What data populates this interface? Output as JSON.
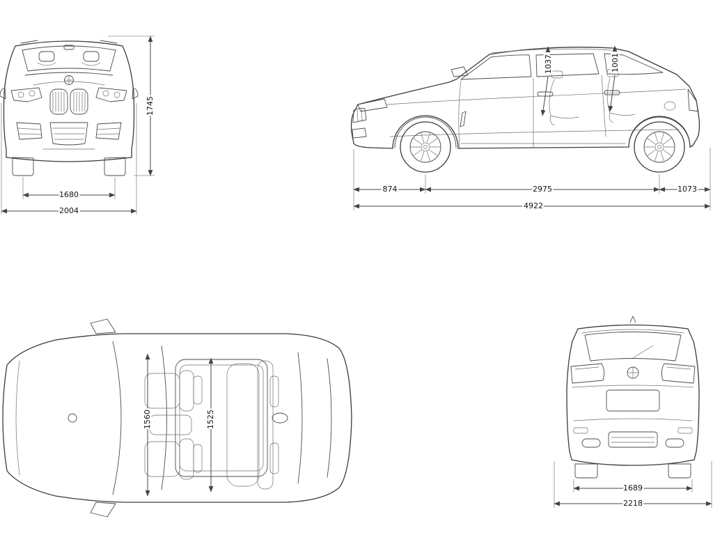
{
  "colors": {
    "background": "#ffffff",
    "line": "#3a3a3a",
    "dimension_line": "#444444",
    "label_text": "#111111"
  },
  "front_view": {
    "overall_height": "1745",
    "track_width": "1680",
    "overall_width": "2004"
  },
  "side_view": {
    "front_overhang": "874",
    "wheelbase": "2975",
    "rear_overhang": "1073",
    "overall_length": "4922",
    "front_headroom": "1037",
    "rear_headroom": "1001"
  },
  "top_view": {
    "front_interior_width": "1560",
    "rear_interior_width": "1525"
  },
  "rear_view": {
    "track_width": "1689",
    "overall_width_mirrors": "2218"
  }
}
